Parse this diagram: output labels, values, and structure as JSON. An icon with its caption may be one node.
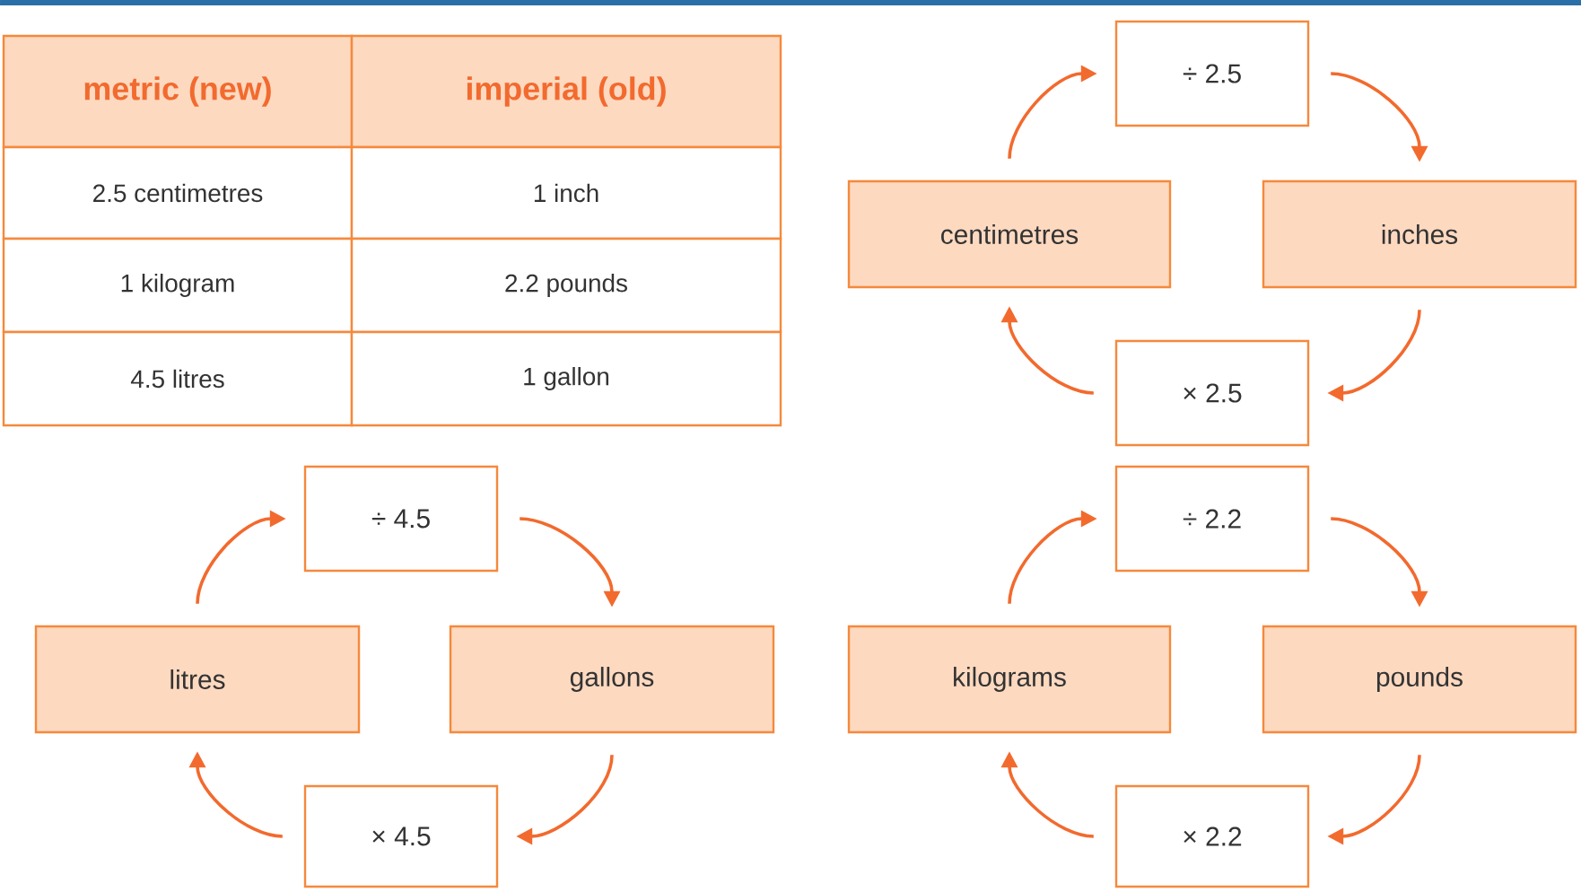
{
  "diagram": {
    "nodes": [
      {
        "text": [
          "÷ 2.5"
        ]
      },
      {
        "text": [
          "centimetres"
        ]
      },
      {
        "text": [
          "inches"
        ]
      },
      {
        "text": [
          "× 2.5"
        ]
      },
      {
        "text": [
          "÷ 4.5"
        ]
      },
      {
        "text": [
          "litres"
        ]
      },
      {
        "text": [
          "gallons"
        ]
      },
      {
        "text": [
          "× 4.5"
        ]
      },
      {
        "text": [
          "÷ 2.2"
        ]
      },
      {
        "text": [
          "kilograms"
        ]
      },
      {
        "text": [
          "pounds"
        ]
      },
      {
        "text": [
          "× 2.2"
        ]
      }
    ],
    "edges": [
      {
        "from": 1,
        "to": 0,
        "arrow": "to"
      },
      {
        "from": 0,
        "to": 2,
        "arrow": "to"
      },
      {
        "from": 2,
        "to": 3,
        "arrow": "to"
      },
      {
        "from": 3,
        "to": 1,
        "arrow": "to"
      },
      {
        "from": 5,
        "to": 4,
        "arrow": "to"
      },
      {
        "from": 4,
        "to": 6,
        "arrow": "to"
      },
      {
        "from": 6,
        "to": 7,
        "arrow": "to"
      },
      {
        "from": 7,
        "to": 5,
        "arrow": "to"
      },
      {
        "from": 9,
        "to": 8,
        "arrow": "to"
      },
      {
        "from": 8,
        "to": 10,
        "arrow": "to"
      },
      {
        "from": 10,
        "to": 11,
        "arrow": "to"
      },
      {
        "from": 11,
        "to": 9,
        "arrow": "to"
      }
    ],
    "labels": [
      "metric (new)",
      "imperial (old)",
      "2.5 centimetres",
      "1 inch",
      "1 kilogram",
      "2.2 pounds",
      "4.5 litres",
      "1 gallon"
    ]
  }
}
